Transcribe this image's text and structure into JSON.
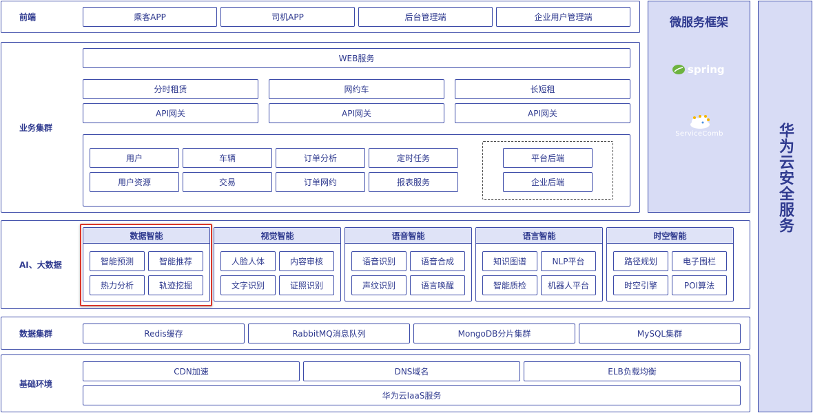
{
  "frontend": {
    "label": "前端",
    "items": [
      "乘客APP",
      "司机APP",
      "后台管理端",
      "企业用户管理端"
    ]
  },
  "business": {
    "label": "业务集群",
    "web": "WEB服务",
    "services": [
      "分时租赁",
      "网约车",
      "长短租"
    ],
    "gateways": [
      "API网关",
      "API网关",
      "API网关"
    ],
    "modules_row1": [
      "用户",
      "车辆",
      "订单分析",
      "定时任务"
    ],
    "modules_row2": [
      "用户资源",
      "交易",
      "订单网约",
      "报表服务"
    ],
    "backends": [
      "平台后端",
      "企业后端"
    ]
  },
  "ai": {
    "label": "AI、大数据",
    "groups": [
      {
        "title": "数据智能",
        "items": [
          "智能预测",
          "智能推荐",
          "热力分析",
          "轨迹挖掘"
        ]
      },
      {
        "title": "视觉智能",
        "items": [
          "人脸人体",
          "内容审核",
          "文字识别",
          "证照识别"
        ]
      },
      {
        "title": "语音智能",
        "items": [
          "语音识别",
          "语音合成",
          "声纹识别",
          "语言唤醒"
        ]
      },
      {
        "title": "语言智能",
        "items": [
          "知识图谱",
          "NLP平台",
          "智能质检",
          "机器人平台"
        ]
      },
      {
        "title": "时空智能",
        "items": [
          "路径规划",
          "电子围栏",
          "时空引擎",
          "POI算法"
        ]
      }
    ],
    "highlight_color": "#d9372b"
  },
  "data_cluster": {
    "label": "数据集群",
    "items": [
      "Redis缓存",
      "RabbitMQ消息队列",
      "MongoDB分片集群",
      "MySQL集群"
    ]
  },
  "infra": {
    "label": "基础环境",
    "items": [
      "CDN加速",
      "DNS域名",
      "ELB负载均衡"
    ],
    "iaas": "华为云IaaS服务"
  },
  "microservice": {
    "title": "微服务框架",
    "spring": "spring",
    "servicecomb": "ServiceComb"
  },
  "security": {
    "title": "华为云安全服务"
  },
  "colors": {
    "accent": "#2f3a8f",
    "border": "#3b4aa8",
    "side_fill": "#d8dcf5",
    "header_fill": "#dfe3f7",
    "spring_green": "#6db33f"
  }
}
